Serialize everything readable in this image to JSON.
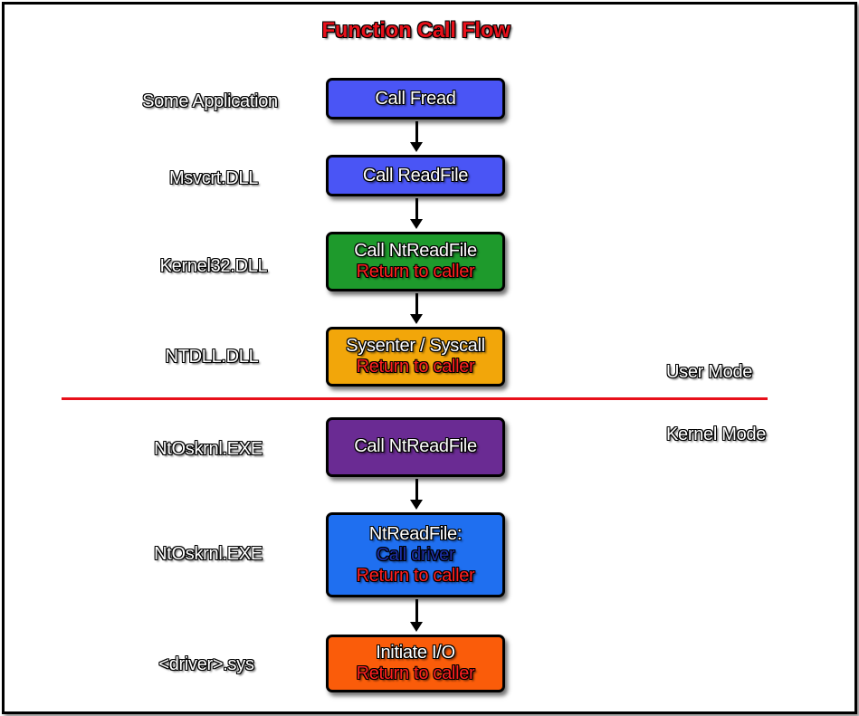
{
  "title": "Function Call Flow",
  "modes": {
    "user": "User Mode",
    "kernel": "Kernel Mode"
  },
  "colors": {
    "title": "#e8101a",
    "divider": "#e8101a",
    "box_application": "#4a55f5",
    "box_msvcrt": "#4a55f5",
    "box_kernel32": "#1e9a2c",
    "box_ntdll": "#f2a60a",
    "box_ntoskrnl_1": "#6a2b93",
    "box_ntoskrnl_2": "#1f6ff0",
    "box_driver": "#fa5c0a"
  },
  "layers": [
    {
      "label": "Some Application",
      "lines": [
        {
          "text": "Call Fread",
          "style": "white"
        }
      ]
    },
    {
      "label": "Msvcrt.DLL",
      "lines": [
        {
          "text": "Call ReadFile",
          "style": "white"
        }
      ]
    },
    {
      "label": "Kernel32.DLL",
      "lines": [
        {
          "text": "Call NtReadFile",
          "style": "white"
        },
        {
          "text": "Return to caller",
          "style": "red"
        }
      ]
    },
    {
      "label": "NTDLL.DLL",
      "lines": [
        {
          "text": "Sysenter / Syscall",
          "style": "white"
        },
        {
          "text": "Return to caller",
          "style": "red"
        }
      ]
    },
    {
      "label": "NtOskrnl.EXE",
      "lines": [
        {
          "text": "Call NtReadFile",
          "style": "white"
        }
      ]
    },
    {
      "label": "NtOskrnl.EXE",
      "lines": [
        {
          "text": "NtReadFile:",
          "style": "white"
        },
        {
          "text": "Call driver",
          "style": "navy"
        },
        {
          "text": "Return to caller",
          "style": "red"
        }
      ]
    },
    {
      "label": "<driver>.sys",
      "lines": [
        {
          "text": "Initiate I/O",
          "style": "white"
        },
        {
          "text": "Return to caller",
          "style": "red"
        }
      ]
    }
  ]
}
